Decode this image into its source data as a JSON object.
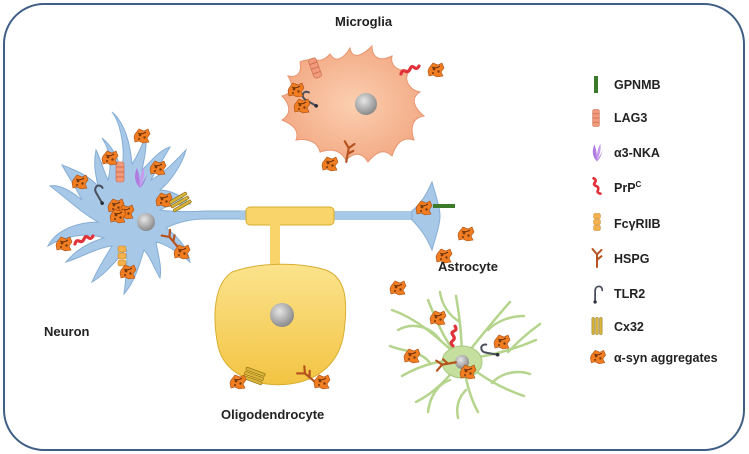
{
  "cells": {
    "microglia": "Microglia",
    "neuron": "Neuron",
    "astrocyte": "Astrocyte",
    "oligodendrocyte": "Oligodendrocyte"
  },
  "legend": {
    "items": [
      {
        "label": "GPNMB",
        "icon": "bar-icon",
        "color": "#3b7a2a"
      },
      {
        "label": "LAG3",
        "icon": "segmented-cylinder-icon",
        "color": "#f19a7c"
      },
      {
        "label": "α3-NKA",
        "icon": "feather-icon",
        "color": "#b07be0"
      },
      {
        "label": "PrP",
        "sup": "C",
        "icon": "squiggle-icon",
        "color": "#e0323a"
      },
      {
        "label": "FcγRIIB",
        "icon": "stacked-pill-icon",
        "color": "#f4b24e"
      },
      {
        "label": "HSPG",
        "icon": "branch-icon",
        "color": "#b5531e"
      },
      {
        "label": "TLR2",
        "icon": "hook-icon",
        "color": "#4a4f5c"
      },
      {
        "label": "Cx32",
        "icon": "triple-bar-icon",
        "color": "#c09a1c"
      },
      {
        "label": "α-syn aggregates",
        "icon": "aggregate-icon",
        "color": "#f07d22"
      }
    ]
  },
  "colors": {
    "frame": "#3f5f86",
    "neuron": "#a8c8e8",
    "microglia": "#f6b490",
    "astrocyte": "#c4df9e",
    "oligodendrocyte": "#f8d46a",
    "nucleus": "#9a9a9a"
  }
}
